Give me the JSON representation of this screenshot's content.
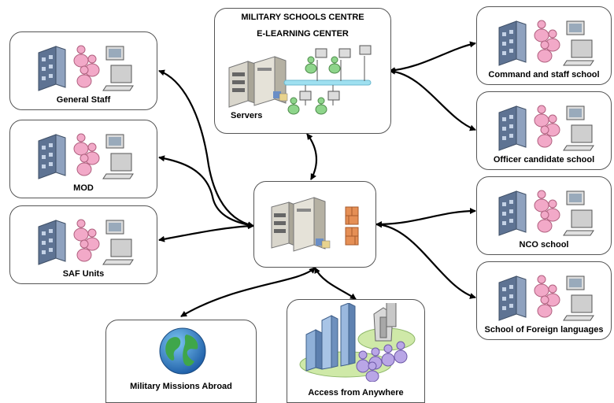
{
  "center": {
    "title_line1": "MILITARY SCHOOLS CENTRE",
    "title_line2": "E-LEARNING  CENTER",
    "servers_label": "Servers"
  },
  "left_nodes": [
    {
      "label": "General Staff"
    },
    {
      "label": "MOD"
    },
    {
      "label": "SAF Units"
    }
  ],
  "right_nodes": [
    {
      "label": "Command and staff school"
    },
    {
      "label": "Officer candidate school"
    },
    {
      "label": "NCO school"
    },
    {
      "label": "School of Foreign languages"
    }
  ],
  "bottom_nodes": [
    {
      "label": "Military Missions Abroad"
    },
    {
      "label": "Access from Anywhere"
    }
  ],
  "colors": {
    "arrow": "#000000",
    "border": "#555555",
    "building": "#5e7393",
    "people": "#f2a9c8",
    "people_green": "#8ed58b",
    "network_bus": "#9fe0f0",
    "firewall": "#e58f55"
  }
}
